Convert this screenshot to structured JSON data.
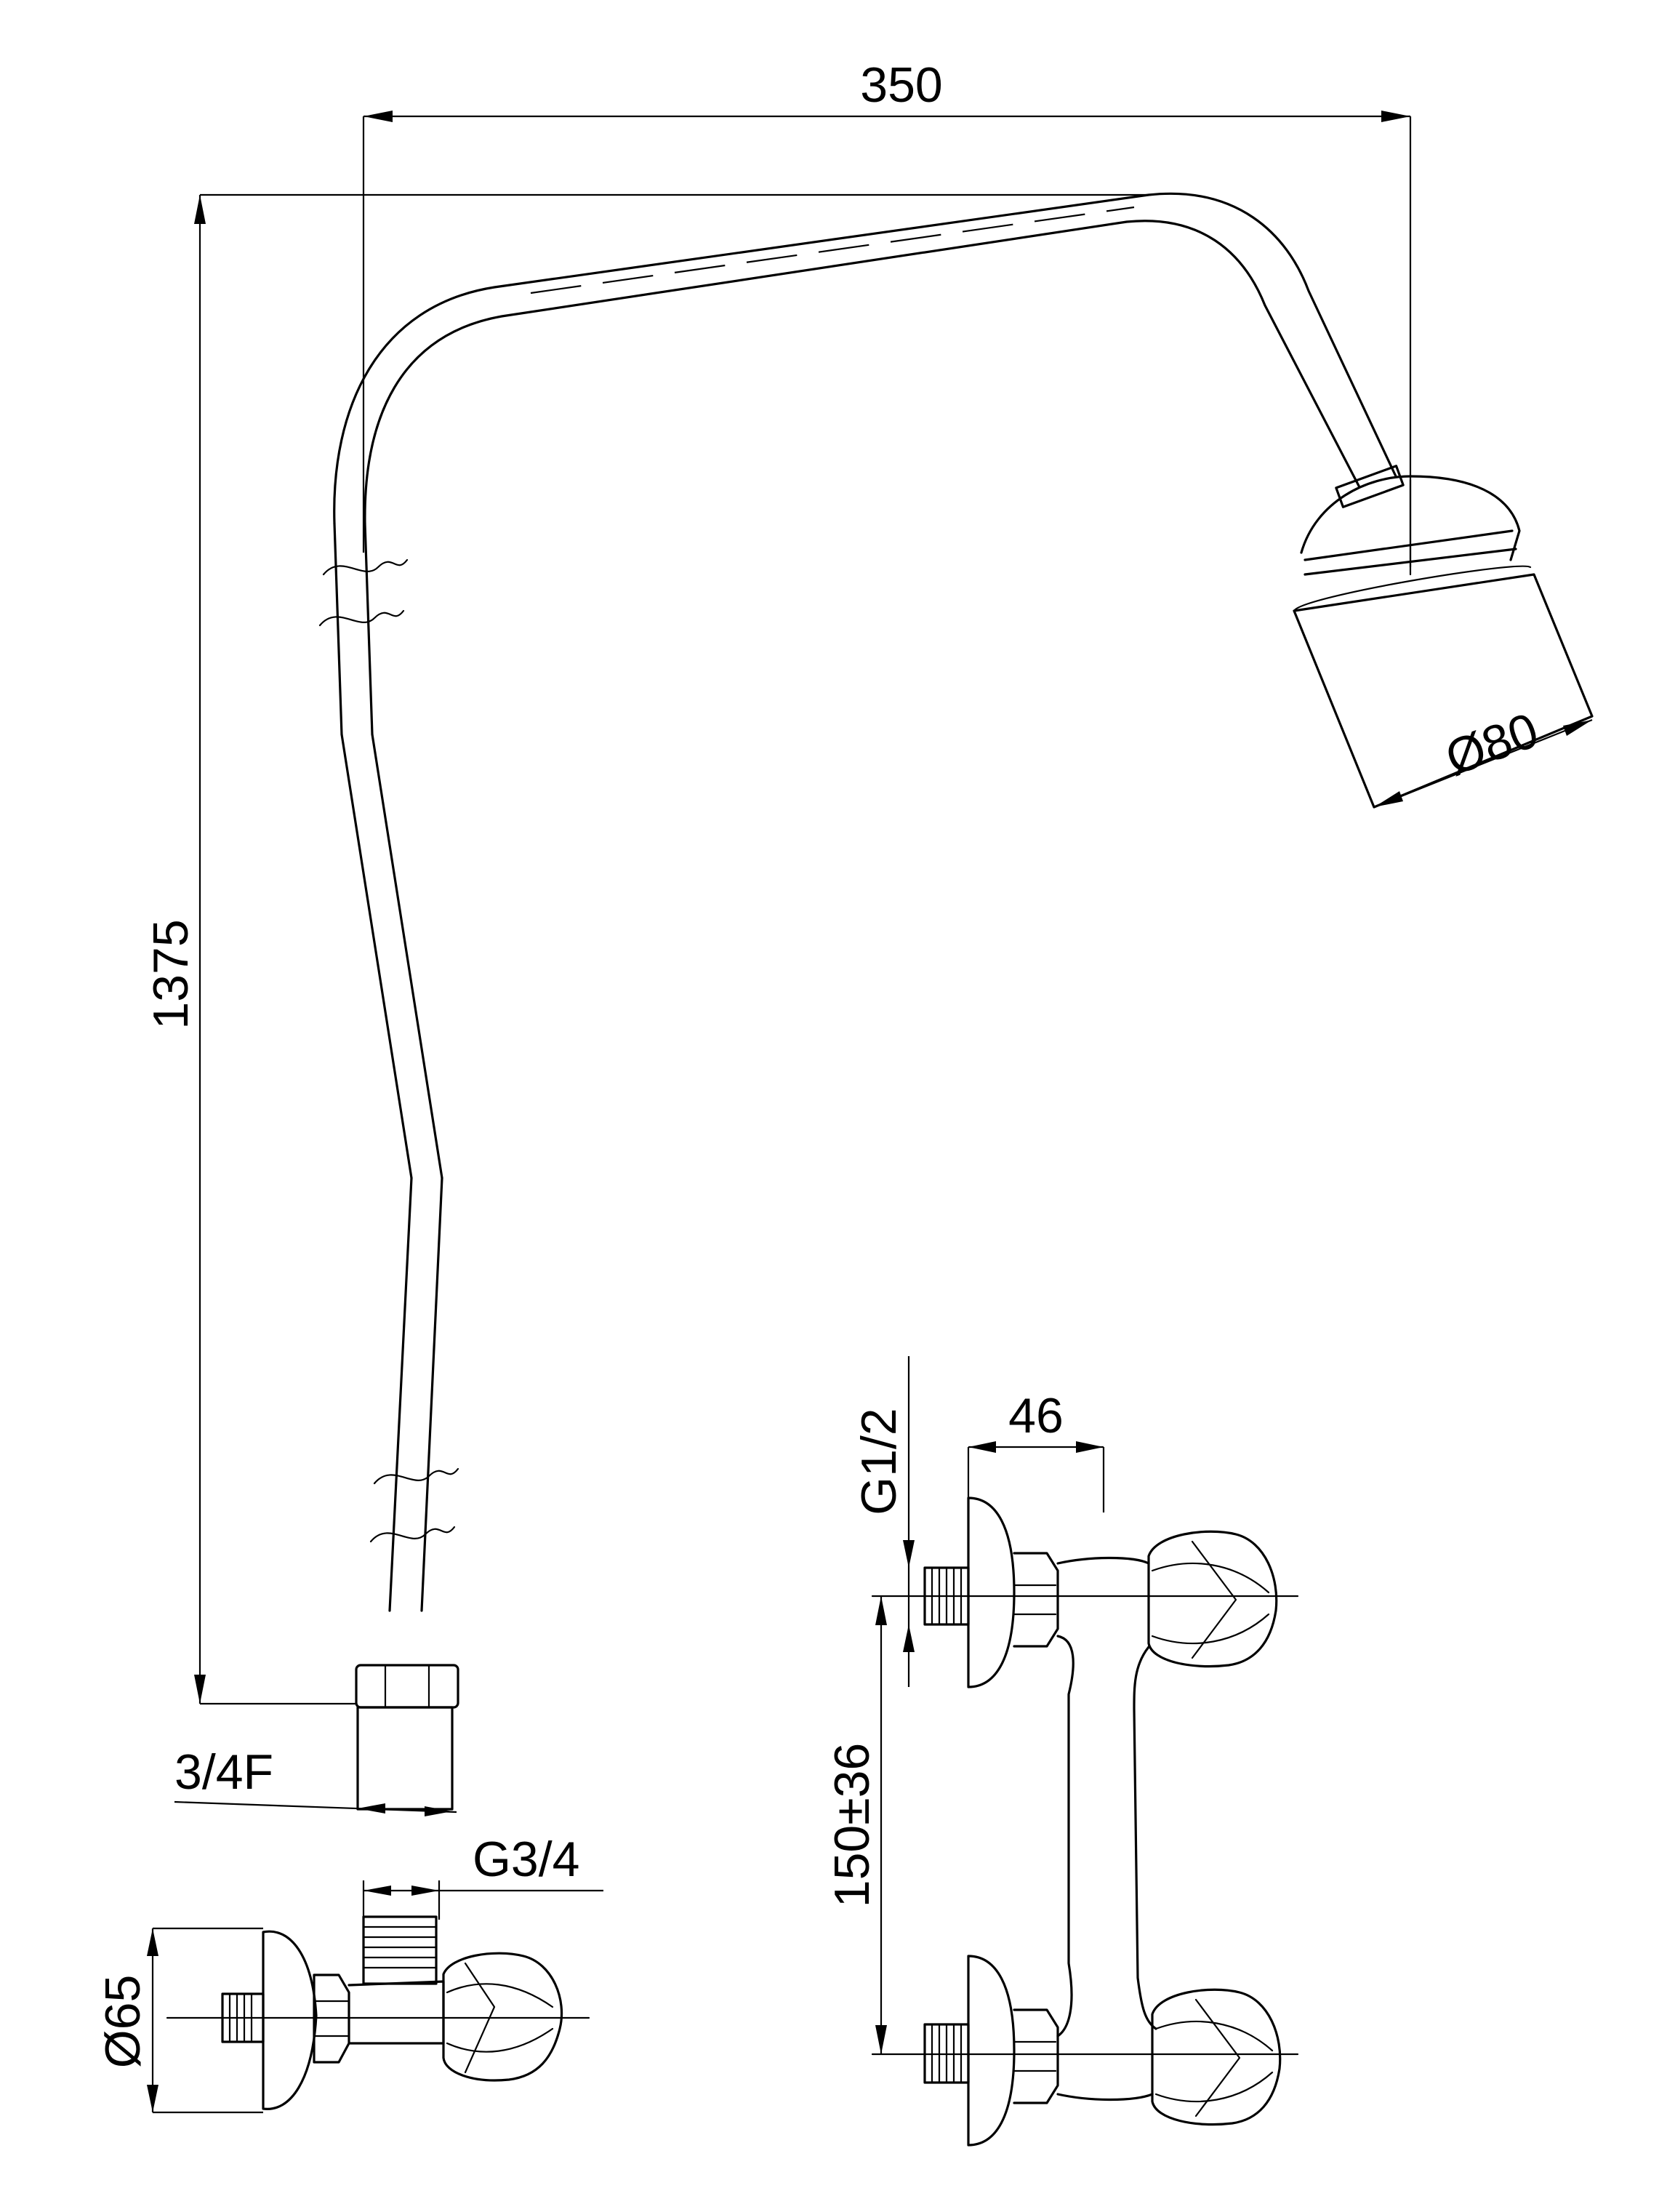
{
  "drawing": {
    "labels": {
      "width_350": "350",
      "height_1375": "1375",
      "head_diameter": "Ø80",
      "connector_3_4f": "3/4F",
      "thread_g3_4": "G3/4",
      "flange_diameter": "Ø65",
      "thread_g1_2": "G1/2",
      "offset_46": "46",
      "spacing_150": "150±36"
    }
  }
}
